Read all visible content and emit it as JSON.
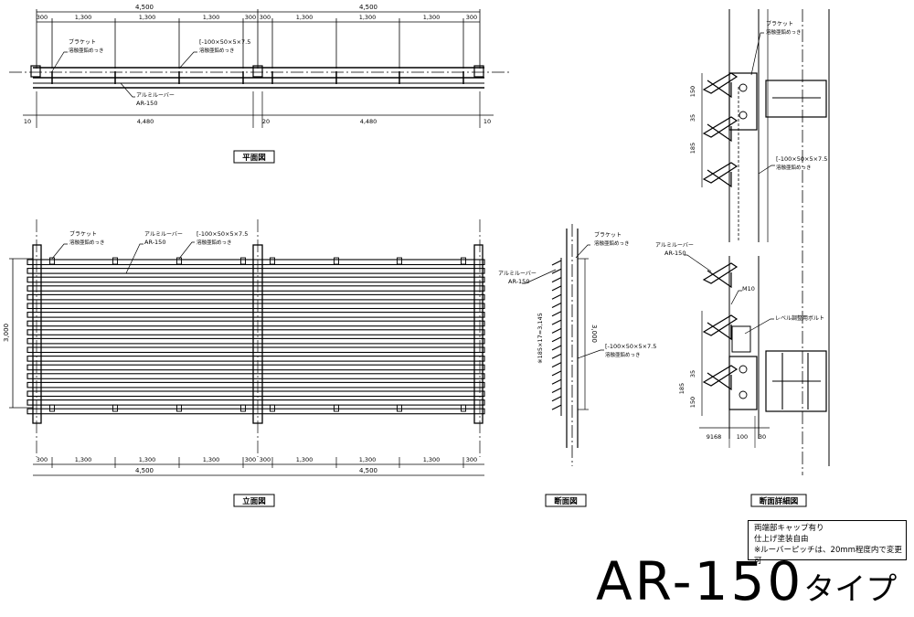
{
  "dims": {
    "total": "4,500",
    "edge": "300",
    "bay": "1,300",
    "inner": "4,480",
    "gap_end": "10",
    "gap_mid": "20",
    "height": "3,000",
    "pitch_150": "150",
    "pitch_185": "185",
    "pitch_35": "35",
    "pitch_note": "※185×17=3,145",
    "detail_9168": "9168",
    "detail_100": "100",
    "detail_30": "30"
  },
  "labels": {
    "bracket": "ブラケット",
    "hot_dip": "溶融亜鉛めっき",
    "channel": "[-100×50×5×7.5",
    "louver": "アルミルーバー",
    "model": "AR-150",
    "m10": "M10",
    "level_bolt": "レベル調整用ボルト"
  },
  "views": {
    "plan": "平面図",
    "elevation": "立面図",
    "section": "断面図",
    "detail": "断面詳細図"
  },
  "notes": [
    "両端部キャップ有り",
    "仕上げ塗装自由",
    "※ルーバーピッチは、20mm程度内で変更可"
  ],
  "title": {
    "main": "AR-150",
    "suffix": "タイプ"
  }
}
